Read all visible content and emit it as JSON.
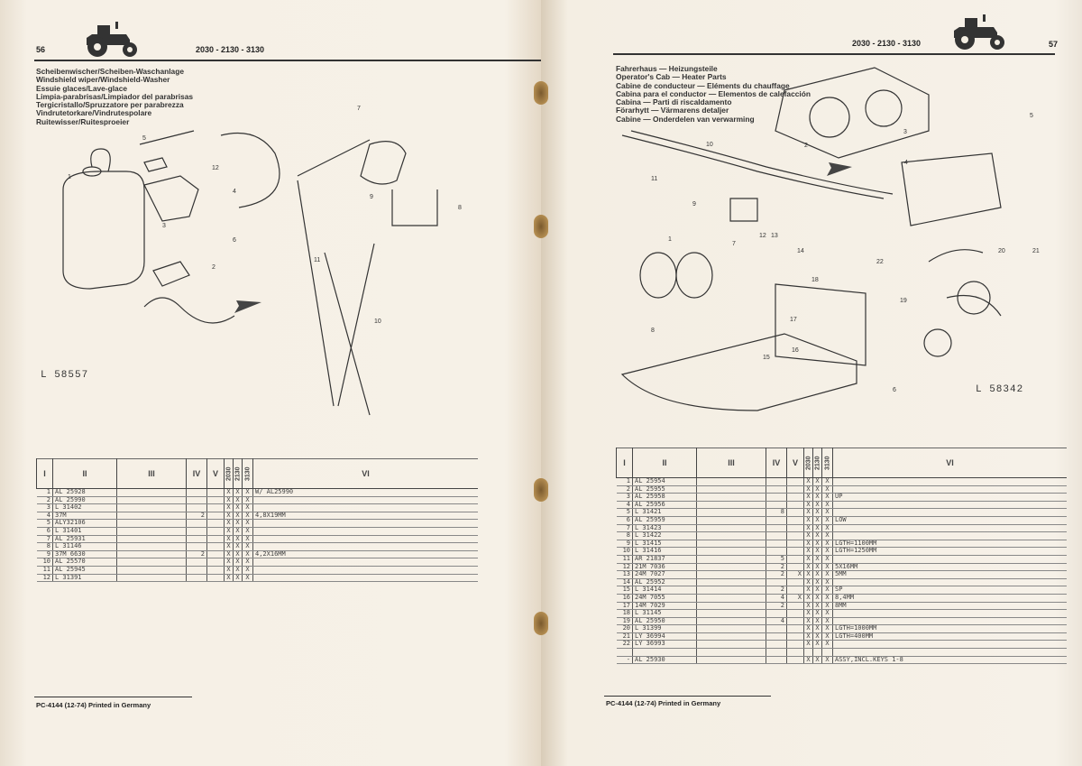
{
  "left_page": {
    "page_number": "56",
    "models": "2030 - 2130 - 3130",
    "titles": [
      "Scheibenwischer/Scheiben-Waschanlage",
      "Windshield wiper/Windshield-Washer",
      "Essuie glaces/Lave-glace",
      "Limpia-parabrisas/Limpiador del parabrisas",
      "Tergicristallo/Spruzzatore per parabrezza",
      "Vindrutetorkare/Vindrutespolare",
      "Ruitewisser/Ruitesproeier"
    ],
    "illustration_code": "L 58557",
    "callouts": [
      "1",
      "2",
      "3",
      "4",
      "5",
      "6",
      "7",
      "8",
      "9",
      "10",
      "11",
      "12"
    ],
    "footer": "PC-4144 (12-74) Printed in Germany",
    "table": {
      "headers": [
        "I",
        "II",
        "III",
        "IV",
        "V",
        "2030",
        "2130",
        "3130",
        "VI"
      ],
      "rows": [
        [
          "1",
          "AL 25928",
          "",
          "",
          "",
          "X",
          "X",
          "X",
          "W/ AL25990"
        ],
        [
          "2",
          "AL 25990",
          "",
          "",
          "",
          "X",
          "X",
          "X",
          ""
        ],
        [
          "3",
          "L  31402",
          "",
          "",
          "",
          "X",
          "X",
          "X",
          ""
        ],
        [
          "4",
          "37M",
          "",
          "2",
          "",
          "X",
          "X",
          "X",
          "4,8X19MM"
        ],
        [
          "5",
          "ALY32106",
          "",
          "",
          "",
          "X",
          "X",
          "X",
          ""
        ],
        [
          "6",
          "L  31401",
          "",
          "",
          "",
          "X",
          "X",
          "X",
          ""
        ],
        [
          "7",
          "AL 25931",
          "",
          "",
          "",
          "X",
          "X",
          "X",
          ""
        ],
        [
          "8",
          "L  31146",
          "",
          "",
          "",
          "X",
          "X",
          "X",
          ""
        ],
        [
          "9",
          "37M 6630",
          "",
          "2",
          "",
          "X",
          "X",
          "X",
          "4,2X16MM"
        ],
        [
          "10",
          "AL 25570",
          "",
          "",
          "",
          "X",
          "X",
          "X",
          ""
        ],
        [
          "11",
          "AL 25945",
          "",
          "",
          "",
          "X",
          "X",
          "X",
          ""
        ],
        [
          "12",
          "L  31391",
          "",
          "",
          "",
          "X",
          "X",
          "X",
          ""
        ]
      ]
    }
  },
  "right_page": {
    "page_number": "57",
    "models": "2030 - 2130 - 3130",
    "titles": [
      "Fahrerhaus — Heizungsteile",
      "Operator's Cab — Heater Parts",
      "Cabine de conducteur — Eléments du chauffage",
      "Cabina para el conductor — Elementos de calefacción",
      "Cabina — Parti di riscaldamento",
      "Förarhytt — Värmarens detaljer",
      "Cabine — Onderdelen van verwarming"
    ],
    "illustration_code": "L 58342",
    "callouts": [
      "1",
      "2",
      "3",
      "4",
      "5",
      "6",
      "7",
      "8",
      "9",
      "10",
      "11",
      "12",
      "13",
      "14",
      "15",
      "16",
      "17",
      "18",
      "19",
      "20",
      "21",
      "22"
    ],
    "footer": "PC-4144 (12-74) Printed in Germany",
    "table": {
      "headers": [
        "I",
        "II",
        "III",
        "IV",
        "V",
        "2030",
        "2130",
        "3130",
        "VI"
      ],
      "rows": [
        [
          "1",
          "AL 25954",
          "",
          "",
          "",
          "X",
          "X",
          "X",
          ""
        ],
        [
          "2",
          "AL 25955",
          "",
          "",
          "",
          "X",
          "X",
          "X",
          ""
        ],
        [
          "3",
          "AL 25958",
          "",
          "",
          "",
          "X",
          "X",
          "X",
          "UP"
        ],
        [
          "4",
          "AL 25956",
          "",
          "",
          "",
          "X",
          "X",
          "X",
          ""
        ],
        [
          "5",
          "L  31421",
          "",
          "8",
          "",
          "X",
          "X",
          "X",
          ""
        ],
        [
          "6",
          "AL 25959",
          "",
          "",
          "",
          "X",
          "X",
          "X",
          "LOW"
        ],
        [
          "7",
          "L  31423",
          "",
          "",
          "",
          "X",
          "X",
          "X",
          ""
        ],
        [
          "8",
          "L  31422",
          "",
          "",
          "",
          "X",
          "X",
          "X",
          ""
        ],
        [
          "9",
          "L  31415",
          "",
          "",
          "",
          "X",
          "X",
          "X",
          "LGTH=1100MM"
        ],
        [
          "10",
          "L  31416",
          "",
          "",
          "",
          "X",
          "X",
          "X",
          "LGTH=1250MM"
        ],
        [
          "11",
          "AR 21837",
          "",
          "5",
          "",
          "X",
          "X",
          "X",
          ""
        ],
        [
          "12",
          "21M 7036",
          "",
          "2",
          "",
          "X",
          "X",
          "X",
          "5X16MM"
        ],
        [
          "13",
          "24M 7027",
          "",
          "2",
          "X",
          "X",
          "X",
          "X",
          "5MM"
        ],
        [
          "14",
          "AL 25952",
          "",
          "",
          "",
          "X",
          "X",
          "X",
          ""
        ],
        [
          "15",
          "L  31414",
          "",
          "2",
          "",
          "X",
          "X",
          "X",
          "SP"
        ],
        [
          "16",
          "24M 7055",
          "",
          "4",
          "X",
          "X",
          "X",
          "X",
          "8,4MM"
        ],
        [
          "17",
          "14M 7029",
          "",
          "2",
          "",
          "X",
          "X",
          "X",
          "8MM"
        ],
        [
          "18",
          "L  31145",
          "",
          "",
          "",
          "X",
          "X",
          "X",
          ""
        ],
        [
          "19",
          "AL 25950",
          "",
          "4",
          "",
          "X",
          "X",
          "X",
          ""
        ],
        [
          "20",
          "L  31399",
          "",
          "",
          "",
          "X",
          "X",
          "X",
          "LGTH=1000MM"
        ],
        [
          "21",
          "LY 36994",
          "",
          "",
          "",
          "X",
          "X",
          "X",
          "LGTH=400MM"
        ],
        [
          "22",
          "LY 36993",
          "",
          "",
          "",
          "X",
          "X",
          "X",
          ""
        ],
        [
          "",
          "",
          "",
          "",
          "",
          "",
          "",
          "",
          ""
        ],
        [
          "-",
          "AL 25930",
          "",
          "",
          "",
          "X",
          "X",
          "X",
          "ASSY,INCL.KEYS 1-8"
        ]
      ]
    }
  }
}
